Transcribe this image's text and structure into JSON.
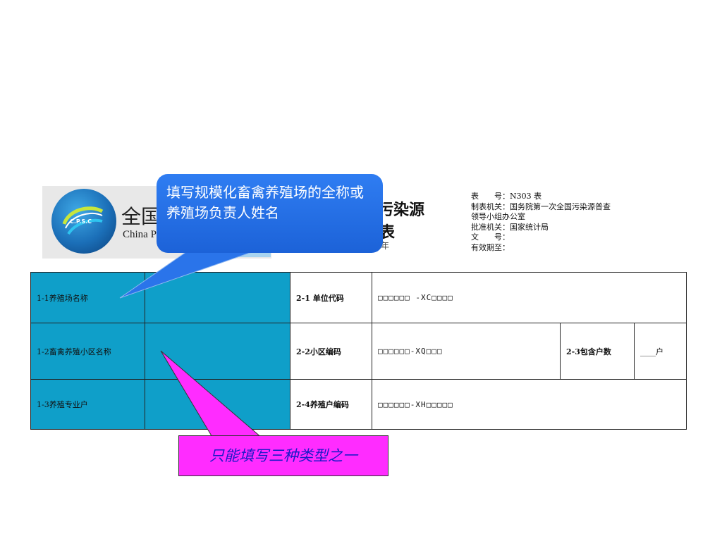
{
  "header": {
    "org_name_cn": "全国",
    "org_name_en": "China P",
    "logo_text": "C.P.S.C",
    "title_line1": "污染源",
    "title_line2": "表",
    "title_line3": "年"
  },
  "meta": {
    "form_no": "表　　号：N303 表",
    "issuer_line1": "制表机关：国务院第一次全国污染源普查",
    "issuer_line2": "领导小组办公室",
    "approver": "批准机关：国家统计局",
    "doc_no": "文　　号：",
    "valid_until": "有效期至："
  },
  "table": {
    "rows": [
      {
        "left_label": "1-1养殖场名称",
        "mid_label": "2-1 单位代码",
        "code": "□□□□□□ -XC□□□□"
      },
      {
        "left_label": "1-2畜禽养殖小区名称",
        "mid_label": "2-2小区编码",
        "code": "□□□□□□-XQ□□□",
        "extra_label": "2-3包含户数",
        "extra_value": "____户"
      },
      {
        "left_label": "1-3养殖专业户",
        "mid_label": "2-4养殖户编码",
        "code": "□□□□□□-XH□□□□□"
      }
    ]
  },
  "callouts": {
    "blue": "填写规模化畜禽养殖场的全称或养殖场负责人姓名",
    "pink": "只能填写三种类型之一"
  },
  "colors": {
    "cell_blue": "#0f9fc9",
    "callout_blue": "#2f7df2",
    "callout_pink": "#ff2cff"
  }
}
